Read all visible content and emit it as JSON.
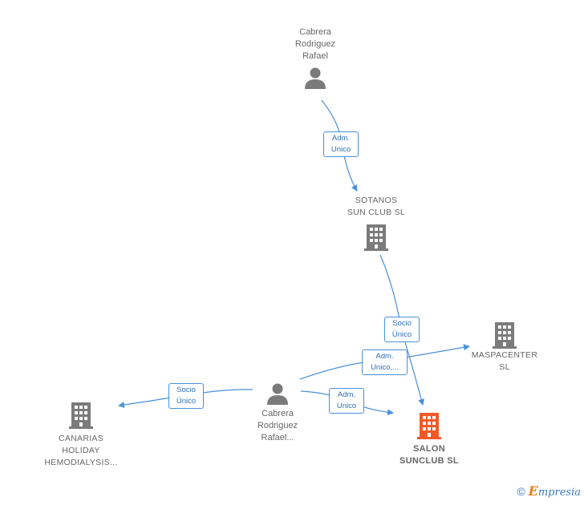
{
  "nodes": {
    "cabrera_top": {
      "label": "Cabrera\nRodriguez\nRafael",
      "kind": "person"
    },
    "sotanos": {
      "label": "SOTANOS\nSUN CLUB  SL",
      "kind": "company"
    },
    "maspacenter": {
      "label": "MASPACENTER\nSL",
      "kind": "company"
    },
    "cabrera_mid": {
      "label": "Cabrera\nRodriguez\nRafael...",
      "kind": "person"
    },
    "canarias": {
      "label": "CANARIAS\nHOLIDAY\nHEMODIALYSIS...",
      "kind": "company"
    },
    "salon": {
      "label": "SALON\nSUNCLUB  SL",
      "kind": "company-highlight"
    }
  },
  "edges": {
    "e1": "Adm.\nUnico",
    "e2": "Socio\nÚnico",
    "e3": "Adm.\nUnico,...",
    "e4": "Socio\nÚnico",
    "e5": "Adm.\nUnico"
  },
  "colors": {
    "edge": "#4a90d9",
    "icon": "#7b7b7b",
    "highlight": "#f05a28"
  },
  "footer": {
    "copyright": "©",
    "brand_e": "E",
    "brand_rest": "mpresia"
  }
}
